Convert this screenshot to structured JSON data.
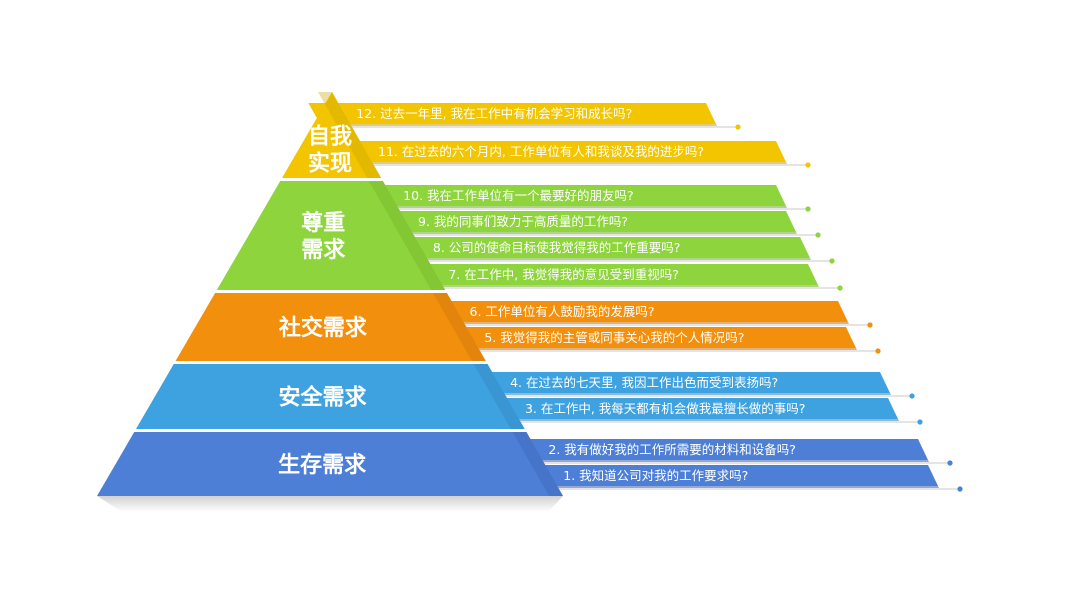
{
  "tiers": [
    {
      "label_lines": [
        "自我",
        "实现"
      ],
      "color": "#F2C500",
      "dark": "#C9A200"
    },
    {
      "label_lines": [
        "尊重",
        "需求"
      ],
      "color": "#8ED43C",
      "dark": "#6FAE26"
    },
    {
      "label_lines": [
        "社交需求"
      ],
      "color": "#F2900E",
      "dark": "#C8720A"
    },
    {
      "label_lines": [
        "安全需求"
      ],
      "color": "#3FA2E0",
      "dark": "#2D82BA"
    },
    {
      "label_lines": [
        "生存需求"
      ],
      "color": "#4E7FD6",
      "dark": "#3A62AE"
    }
  ],
  "questions": [
    {
      "text": "12. 过去一年里, 我在工作中有机会学习和成长吗?",
      "tier": 0
    },
    {
      "text": "11. 在过去的六个月内, 工作单位有人和我谈及我的进步吗?",
      "tier": 0
    },
    {
      "text": "10. 我在工作单位有一个最要好的朋友吗?",
      "tier": 1
    },
    {
      "text": "9. 我的同事们致力于高质量的工作吗?",
      "tier": 1
    },
    {
      "text": "8. 公司的使命目标使我觉得我的工作重要吗?",
      "tier": 1
    },
    {
      "text": "7. 在工作中, 我觉得我的意见受到重视吗?",
      "tier": 1
    },
    {
      "text": "6. 工作单位有人鼓励我的发展吗?",
      "tier": 2
    },
    {
      "text": "5. 我觉得我的主管或同事关心我的个人情况吗?",
      "tier": 2
    },
    {
      "text": "4. 在过去的七天里, 我因工作出色而受到表扬吗?",
      "tier": 3
    },
    {
      "text": "3. 在工作中, 我每天都有机会做我最擅长做的事吗?",
      "tier": 3
    },
    {
      "text": "2. 我有做好我的工作所需要的材料和设备吗?",
      "tier": 4
    },
    {
      "text": "1. 我知道公司对我的工作要求吗?",
      "tier": 4
    }
  ]
}
